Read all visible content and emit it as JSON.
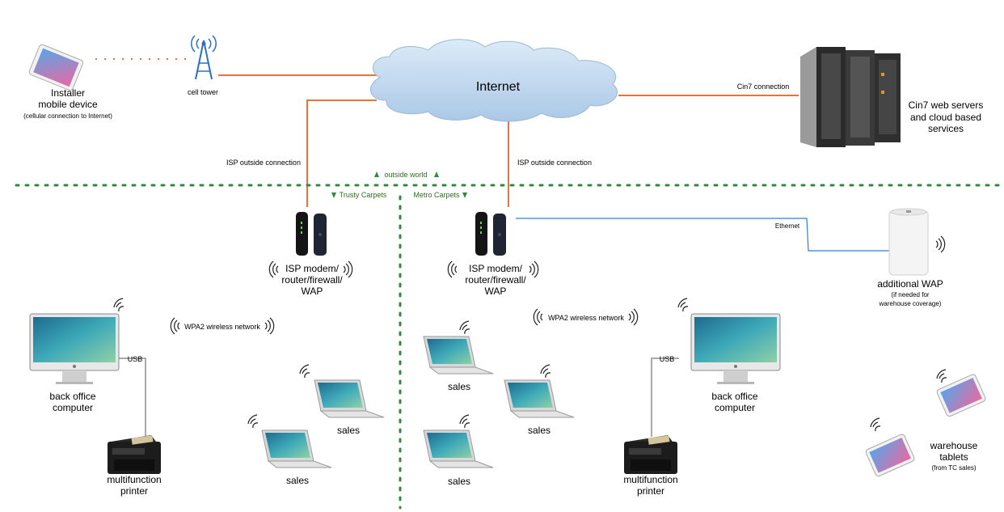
{
  "internet": {
    "label": "Internet"
  },
  "installer": {
    "line1": "Installer",
    "line2": "mobile device",
    "note": "(cellular connection to Internet)"
  },
  "cell_tower": {
    "label": "cell tower"
  },
  "cin7": {
    "connection": "Cin7 connection",
    "line1": "Cin7 web servers",
    "line2": "and cloud based",
    "line3": "services"
  },
  "isp_left": {
    "label": "ISP outside connection"
  },
  "isp_right": {
    "label": "ISP outside connection"
  },
  "divider": {
    "outside": "outside world",
    "trusty": "Trusty Carpets",
    "metro": "Metro Carpets"
  },
  "modem_left": {
    "line1": "ISP modem/",
    "line2": "router/firewall/",
    "line3": "WAP"
  },
  "modem_right": {
    "line1": "ISP modem/",
    "line2": "router/firewall/",
    "line3": "WAP"
  },
  "ethernet": {
    "label": "Ethernet"
  },
  "wap": {
    "line1": "additional WAP",
    "note1": "(if needed for",
    "note2": "warehouse coverage)"
  },
  "wifi_left": {
    "label": "WPA2 wireless network"
  },
  "wifi_right": {
    "label": "WPA2 wireless network"
  },
  "usb_left": {
    "label": "USB"
  },
  "usb_right": {
    "label": "USB"
  },
  "computer_left": {
    "line1": "back office",
    "line2": "computer"
  },
  "computer_right": {
    "line1": "back office",
    "line2": "computer"
  },
  "printer_left": {
    "line1": "multifunction",
    "line2": "printer"
  },
  "printer_right": {
    "line1": "multifunction",
    "line2": "printer"
  },
  "sales_left": {
    "laptop1": "sales",
    "laptop2": "sales"
  },
  "sales_right": {
    "laptop1": "sales",
    "laptop2": "sales",
    "laptop3": "sales"
  },
  "tablets": {
    "line1": "warehouse",
    "line2": "tablets",
    "note": "(from TC sales)"
  },
  "colors": {
    "orange_link": "#e8743b",
    "blue_link": "#2f7fd0",
    "divider": "#2e8b3e",
    "cloud": "#c9dff2"
  }
}
